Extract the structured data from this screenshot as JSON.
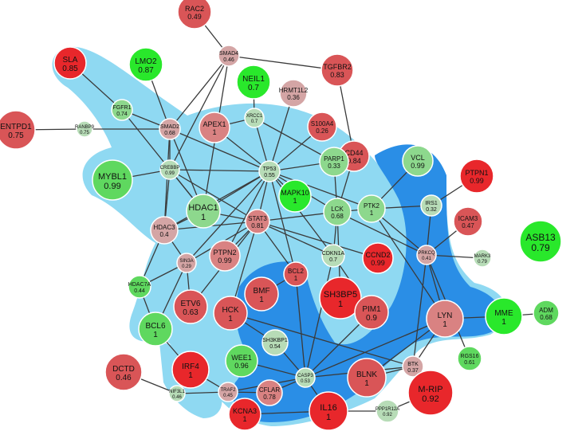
{
  "colors": {
    "strong_red": "#e8272b",
    "medium_red": "#d95557",
    "light_red": "#d98282",
    "pale_red": "#d4a5a5",
    "strong_green": "#29e82b",
    "medium_green": "#5fd85f",
    "light_green": "#8dd88d",
    "pale_green": "#b7dcb7",
    "light_cluster": "#8fd9f2",
    "dark_cluster": "#2a8ee6"
  },
  "nodes": [
    {
      "id": "RAC2",
      "name": "RAC2",
      "value": "0.49",
      "color": "medium_red"
    },
    {
      "id": "SMAD4",
      "name": "SMAD4",
      "value": "0.46",
      "color": "pale_red"
    },
    {
      "id": "TGFBR2",
      "name": "TGFBR2",
      "value": "0.83",
      "color": "medium_red"
    },
    {
      "id": "SLA",
      "name": "SLA",
      "value": "0.85",
      "color": "strong_red"
    },
    {
      "id": "LMO2",
      "name": "LMO2",
      "value": "0.87",
      "color": "strong_green"
    },
    {
      "id": "NEIL1",
      "name": "NEIL1",
      "value": "0.7",
      "color": "strong_green"
    },
    {
      "id": "HRMT1L2",
      "name": "HRMT1L2",
      "value": "0.36",
      "color": "pale_red"
    },
    {
      "id": "FGFR1",
      "name": "FGFR1",
      "value": "0.74",
      "color": "light_green"
    },
    {
      "id": "ENTPD1",
      "name": "ENTPD1",
      "value": "0.75",
      "color": "medium_red"
    },
    {
      "id": "RANBP9",
      "name": "RANBP9",
      "value": "0.75",
      "color": "pale_green"
    },
    {
      "id": "SMAD2",
      "name": "SMAD2",
      "value": "0.68",
      "color": "pale_red"
    },
    {
      "id": "APEX1",
      "name": "APEX1",
      "value": "1",
      "color": "light_red"
    },
    {
      "id": "XRCC1",
      "name": "XRCC1",
      "value": "0.7",
      "color": "pale_green"
    },
    {
      "id": "S100A4",
      "name": "S100A4",
      "value": "0.26",
      "color": "medium_red"
    },
    {
      "id": "CD44",
      "name": "CD44",
      "value": "0.84",
      "color": "medium_red"
    },
    {
      "id": "VCL",
      "name": "VCL",
      "value": "0.99",
      "color": "light_green"
    },
    {
      "id": "PTPN1",
      "name": "PTPN1",
      "value": "0.99",
      "color": "strong_red"
    },
    {
      "id": "MYBL1",
      "name": "MYBL1",
      "value": "0.99",
      "color": "medium_green"
    },
    {
      "id": "CREBBP",
      "name": "CREBBP",
      "value": "0.99",
      "color": "pale_green"
    },
    {
      "id": "TP53",
      "name": "TP53",
      "value": "0.55",
      "color": "pale_green"
    },
    {
      "id": "PARP1",
      "name": "PARP1",
      "value": "0.33",
      "color": "light_green"
    },
    {
      "id": "HDAC1",
      "name": "HDAC1",
      "value": "1",
      "color": "light_green"
    },
    {
      "id": "MAPK10",
      "name": "MAPK10",
      "value": "1",
      "color": "strong_green"
    },
    {
      "id": "LCK",
      "name": "LCK",
      "value": "0.68",
      "color": "light_green"
    },
    {
      "id": "PTK2",
      "name": "PTK2",
      "value": "1",
      "color": "light_green"
    },
    {
      "id": "IRS1",
      "name": "IRS1",
      "value": "0.32",
      "color": "pale_green"
    },
    {
      "id": "ICAM3",
      "name": "ICAM3",
      "value": "0.47",
      "color": "medium_red"
    },
    {
      "id": "ASB13",
      "name": "ASB13",
      "value": "0.79",
      "color": "strong_green"
    },
    {
      "id": "STAT3",
      "name": "STAT3",
      "value": "0.81",
      "color": "light_red"
    },
    {
      "id": "HDAC3",
      "name": "HDAC3",
      "value": "0.4",
      "color": "pale_red"
    },
    {
      "id": "PTPN2",
      "name": "PTPN2",
      "value": "0.99",
      "color": "light_red"
    },
    {
      "id": "CDKN1A",
      "name": "CDKN1A",
      "value": "0.7",
      "color": "pale_green"
    },
    {
      "id": "CCND2",
      "name": "CCND2",
      "value": "0.99",
      "color": "strong_red"
    },
    {
      "id": "PRKCQ",
      "name": "PRKCQ",
      "value": "0.41",
      "color": "pale_red"
    },
    {
      "id": "MARK3",
      "name": "MARK3",
      "value": "0.79",
      "color": "pale_green"
    },
    {
      "id": "SIN3A",
      "name": "SIN3A",
      "value": "0.29",
      "color": "pale_red"
    },
    {
      "id": "HDAC7A",
      "name": "HDAC7A",
      "value": "0.44",
      "color": "medium_green"
    },
    {
      "id": "BCL2",
      "name": "BCL2",
      "value": "1",
      "color": "medium_red"
    },
    {
      "id": "BMF",
      "name": "BMF",
      "value": "1",
      "color": "medium_red"
    },
    {
      "id": "SH3BP5",
      "name": "SH3BP5",
      "value": "1",
      "color": "strong_red"
    },
    {
      "id": "ETV6",
      "name": "ETV6",
      "value": "0.63",
      "color": "medium_red"
    },
    {
      "id": "HCK",
      "name": "HCK",
      "value": "1",
      "color": "medium_red"
    },
    {
      "id": "PIM1",
      "name": "PIM1",
      "value": "0.9",
      "color": "medium_red"
    },
    {
      "id": "LYN",
      "name": "LYN",
      "value": "1",
      "color": "light_red"
    },
    {
      "id": "MME",
      "name": "MME",
      "value": "1",
      "color": "strong_green"
    },
    {
      "id": "ADM",
      "name": "ADM",
      "value": "0.68",
      "color": "medium_green"
    },
    {
      "id": "BCL6",
      "name": "BCL6",
      "value": "1",
      "color": "medium_green"
    },
    {
      "id": "SH3KBP1",
      "name": "SH3KBP1",
      "value": "0.54",
      "color": "pale_green"
    },
    {
      "id": "RGS16",
      "name": "RGS16",
      "value": "0.61",
      "color": "medium_green"
    },
    {
      "id": "DCTD",
      "name": "DCTD",
      "value": "0.46",
      "color": "medium_red"
    },
    {
      "id": "IRF4",
      "name": "IRF4",
      "value": "1",
      "color": "strong_red"
    },
    {
      "id": "WEE1",
      "name": "WEE1",
      "value": "0.96",
      "color": "medium_green"
    },
    {
      "id": "CASP3",
      "name": "CASP3",
      "value": "0.53",
      "color": "pale_green"
    },
    {
      "id": "BLNK",
      "name": "BLNK",
      "value": "1",
      "color": "medium_red"
    },
    {
      "id": "BTK",
      "name": "BTK",
      "value": "0.37",
      "color": "pale_red"
    },
    {
      "id": "NIF3L1",
      "name": "NIF3L1",
      "value": "0.46",
      "color": "pale_green"
    },
    {
      "id": "TRAF2",
      "name": "TRAF2",
      "value": "0.45",
      "color": "pale_red"
    },
    {
      "id": "CFLAR",
      "name": "CFLAR",
      "value": "0.78",
      "color": "light_red"
    },
    {
      "id": "MRIP",
      "name": "M-RIP",
      "value": "0.92",
      "color": "strong_red"
    },
    {
      "id": "KCNA3",
      "name": "KCNA3",
      "value": "1",
      "color": "strong_red"
    },
    {
      "id": "IL16",
      "name": "IL16",
      "value": "1",
      "color": "strong_red"
    },
    {
      "id": "PPP1R12A",
      "name": "PPP1R12A",
      "value": "0.92",
      "color": "pale_green"
    }
  ],
  "edges": [
    [
      "RAC2",
      "SMAD4"
    ],
    [
      "SMAD4",
      "TGFBR2"
    ],
    [
      "SMAD4",
      "SMAD2"
    ],
    [
      "SMAD4",
      "CREBBP"
    ],
    [
      "SMAD4",
      "HDAC1"
    ],
    [
      "TGFBR2",
      "CD44"
    ],
    [
      "SLA",
      "FGFR1"
    ],
    [
      "FGFR1",
      "SMAD2"
    ],
    [
      "FGFR1",
      "HDAC1"
    ],
    [
      "ENTPD1",
      "RANBP9"
    ],
    [
      "RANBP9",
      "SMAD2"
    ],
    [
      "LMO2",
      "SMAD2"
    ],
    [
      "SMAD2",
      "CREBBP"
    ],
    [
      "SMAD2",
      "HDAC1"
    ],
    [
      "SMAD2",
      "TP53"
    ],
    [
      "SMAD2",
      "HDAC3"
    ],
    [
      "NEIL1",
      "XRCC1"
    ],
    [
      "XRCC1",
      "TP53"
    ],
    [
      "XRCC1",
      "PARP1"
    ],
    [
      "XRCC1",
      "APEX1"
    ],
    [
      "HRMT1L2",
      "TP53"
    ],
    [
      "APEX1",
      "TP53"
    ],
    [
      "S100A4",
      "TP53"
    ],
    [
      "CREBBP",
      "TP53"
    ],
    [
      "CREBBP",
      "HDAC1"
    ],
    [
      "CREBBP",
      "STAT3"
    ],
    [
      "CREBBP",
      "HDAC3"
    ],
    [
      "CREBBP",
      "MYBL1"
    ],
    [
      "TP53",
      "HDAC1"
    ],
    [
      "TP53",
      "STAT3"
    ],
    [
      "TP53",
      "PARP1"
    ],
    [
      "TP53",
      "MAPK10"
    ],
    [
      "TP53",
      "LCK"
    ],
    [
      "TP53",
      "CDKN1A"
    ],
    [
      "TP53",
      "BCL2"
    ],
    [
      "TP53",
      "SIN3A"
    ],
    [
      "TP53",
      "PTK2"
    ],
    [
      "TP53",
      "HDAC3"
    ],
    [
      "TP53",
      "PTPN2"
    ],
    [
      "CD44",
      "LCK"
    ],
    [
      "PARP1",
      "LCK"
    ],
    [
      "VCL",
      "PTK2"
    ],
    [
      "PTK2",
      "LCK"
    ],
    [
      "PTK2",
      "IRS1"
    ],
    [
      "PTK2",
      "PRKCQ"
    ],
    [
      "PTK2",
      "LYN"
    ],
    [
      "IRS1",
      "PTPN1"
    ],
    [
      "IRS1",
      "PRKCQ"
    ],
    [
      "ICAM3",
      "PRKCQ"
    ],
    [
      "PRKCQ",
      "MARK3"
    ],
    [
      "PRKCQ",
      "LCK"
    ],
    [
      "PRKCQ",
      "LYN"
    ],
    [
      "PRKCQ",
      "BTK"
    ],
    [
      "PRKCQ",
      "RGS16"
    ],
    [
      "LCK",
      "CDKN1A"
    ],
    [
      "LCK",
      "STAT3"
    ],
    [
      "LCK",
      "SH3BP5"
    ],
    [
      "STAT3",
      "HDAC1"
    ],
    [
      "STAT3",
      "HDAC3"
    ],
    [
      "STAT3",
      "PTPN2"
    ],
    [
      "STAT3",
      "CDKN1A"
    ],
    [
      "STAT3",
      "CCND2"
    ],
    [
      "STAT3",
      "BCL2"
    ],
    [
      "STAT3",
      "HCK"
    ],
    [
      "STAT3",
      "ETV6"
    ],
    [
      "STAT3",
      "SIN3A"
    ],
    [
      "HDAC3",
      "SIN3A"
    ],
    [
      "HDAC3",
      "HDAC7A"
    ],
    [
      "HDAC1",
      "HDAC3"
    ],
    [
      "SIN3A",
      "HDAC7A"
    ],
    [
      "SIN3A",
      "BCL6"
    ],
    [
      "SIN3A",
      "ETV6"
    ],
    [
      "HDAC7A",
      "BCL6"
    ],
    [
      "CDKN1A",
      "PIM1"
    ],
    [
      "CDKN1A",
      "CASP3"
    ],
    [
      "BCL2",
      "BMF"
    ],
    [
      "BCL2",
      "CASP3"
    ],
    [
      "HCK",
      "SH3KBP1"
    ],
    [
      "HCK",
      "BTK"
    ],
    [
      "LYN",
      "MME"
    ],
    [
      "LYN",
      "BTK"
    ],
    [
      "LYN",
      "BLNK"
    ],
    [
      "LYN",
      "CASP3"
    ],
    [
      "MME",
      "ADM"
    ],
    [
      "SH3KBP1",
      "CASP3"
    ],
    [
      "BTK",
      "BLNK"
    ],
    [
      "BTK",
      "CASP3"
    ],
    [
      "WEE1",
      "CASP3"
    ],
    [
      "CASP3",
      "TRAF2"
    ],
    [
      "CASP3",
      "CFLAR"
    ],
    [
      "CASP3",
      "IL16"
    ],
    [
      "CASP3",
      "PIM1"
    ],
    [
      "BCL6",
      "IRF4"
    ],
    [
      "IRF4",
      "TRAF2"
    ],
    [
      "TRAF2",
      "NIF3L1"
    ],
    [
      "TRAF2",
      "CFLAR"
    ],
    [
      "NIF3L1",
      "DCTD"
    ],
    [
      "IL16",
      "KCNA3"
    ],
    [
      "IL16",
      "PPP1R12A"
    ],
    [
      "PPP1R12A",
      "MRIP"
    ]
  ]
}
